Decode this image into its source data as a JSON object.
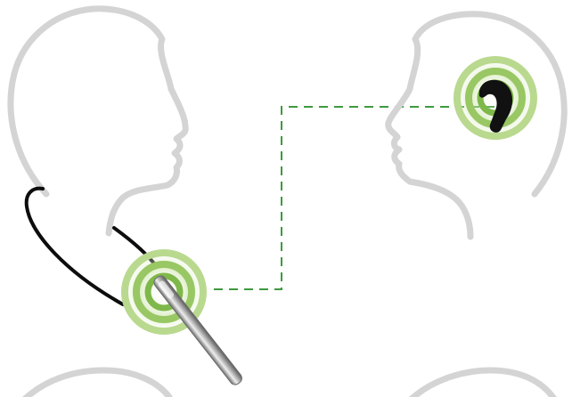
{
  "diagram": {
    "figures": [
      {
        "id": "left-person",
        "icon": "head-profile-right-icon"
      },
      {
        "id": "right-person",
        "icon": "head-profile-left-icon"
      },
      {
        "id": "bottom-left-head-partial",
        "icon": "head-outline-icon"
      },
      {
        "id": "bottom-right-head-partial",
        "icon": "head-outline-icon"
      }
    ],
    "devices": [
      {
        "id": "throat-microphone",
        "icon": "microphone-wand-icon",
        "signal_rings": 3
      },
      {
        "id": "earpiece",
        "icon": "earpiece-icon",
        "signal_rings": 3
      }
    ],
    "link": {
      "style": "dashed",
      "from": "throat-microphone",
      "to": "earpiece"
    }
  },
  "colors": {
    "background": "#ffffff",
    "head_outline": "#d4d4d4",
    "link": "#3f9a3f",
    "ring_outer": "#b9d98f",
    "ring_inner": "#7fb84a",
    "cable": "#0d0d0d",
    "device_dark": "#111111",
    "mic_metal": "#b3b3b3"
  }
}
